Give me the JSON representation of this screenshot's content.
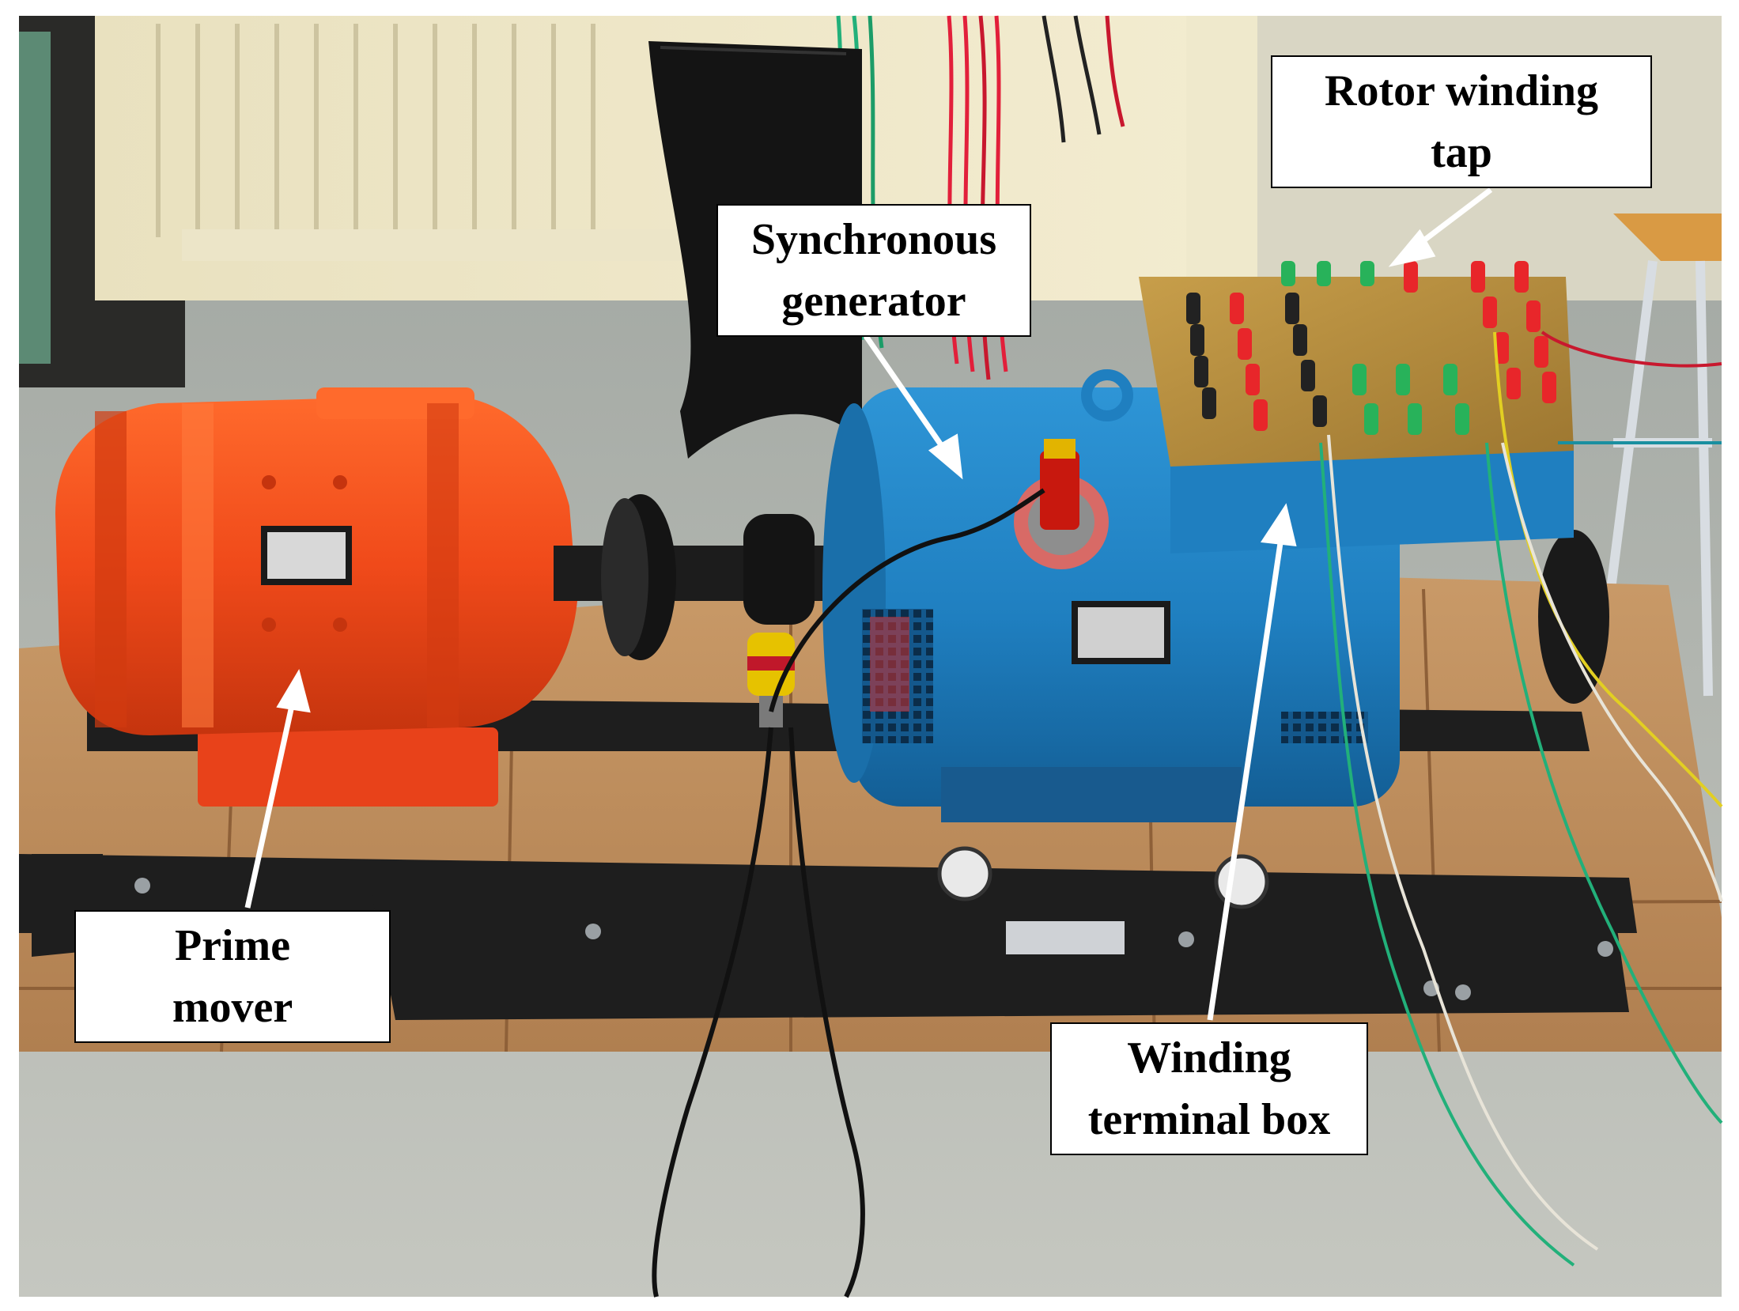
{
  "photo": {
    "subject": "synchronous-generator-test-bench"
  },
  "labels": {
    "rotor_winding_tap": {
      "line1": "Rotor winding",
      "line2": "tap"
    },
    "synchronous_generator": {
      "line1": "Synchronous",
      "line2": "generator"
    },
    "prime_mover": {
      "line1": "Prime",
      "line2": "mover"
    },
    "winding_terminal_box": {
      "line1": "Winding",
      "line2": "terminal box"
    }
  },
  "colors": {
    "prime_mover_body": "#f04a1a",
    "generator_body": "#1f7fc0",
    "terminal_board": "#b08a3a",
    "wooden_pallet": "#c79a6a",
    "floor": "#b7b9b2",
    "steel_frame": "#1e1e1e",
    "pin_red": "#e8262a",
    "pin_green": "#28b25a",
    "arrow": "#ffffff"
  }
}
